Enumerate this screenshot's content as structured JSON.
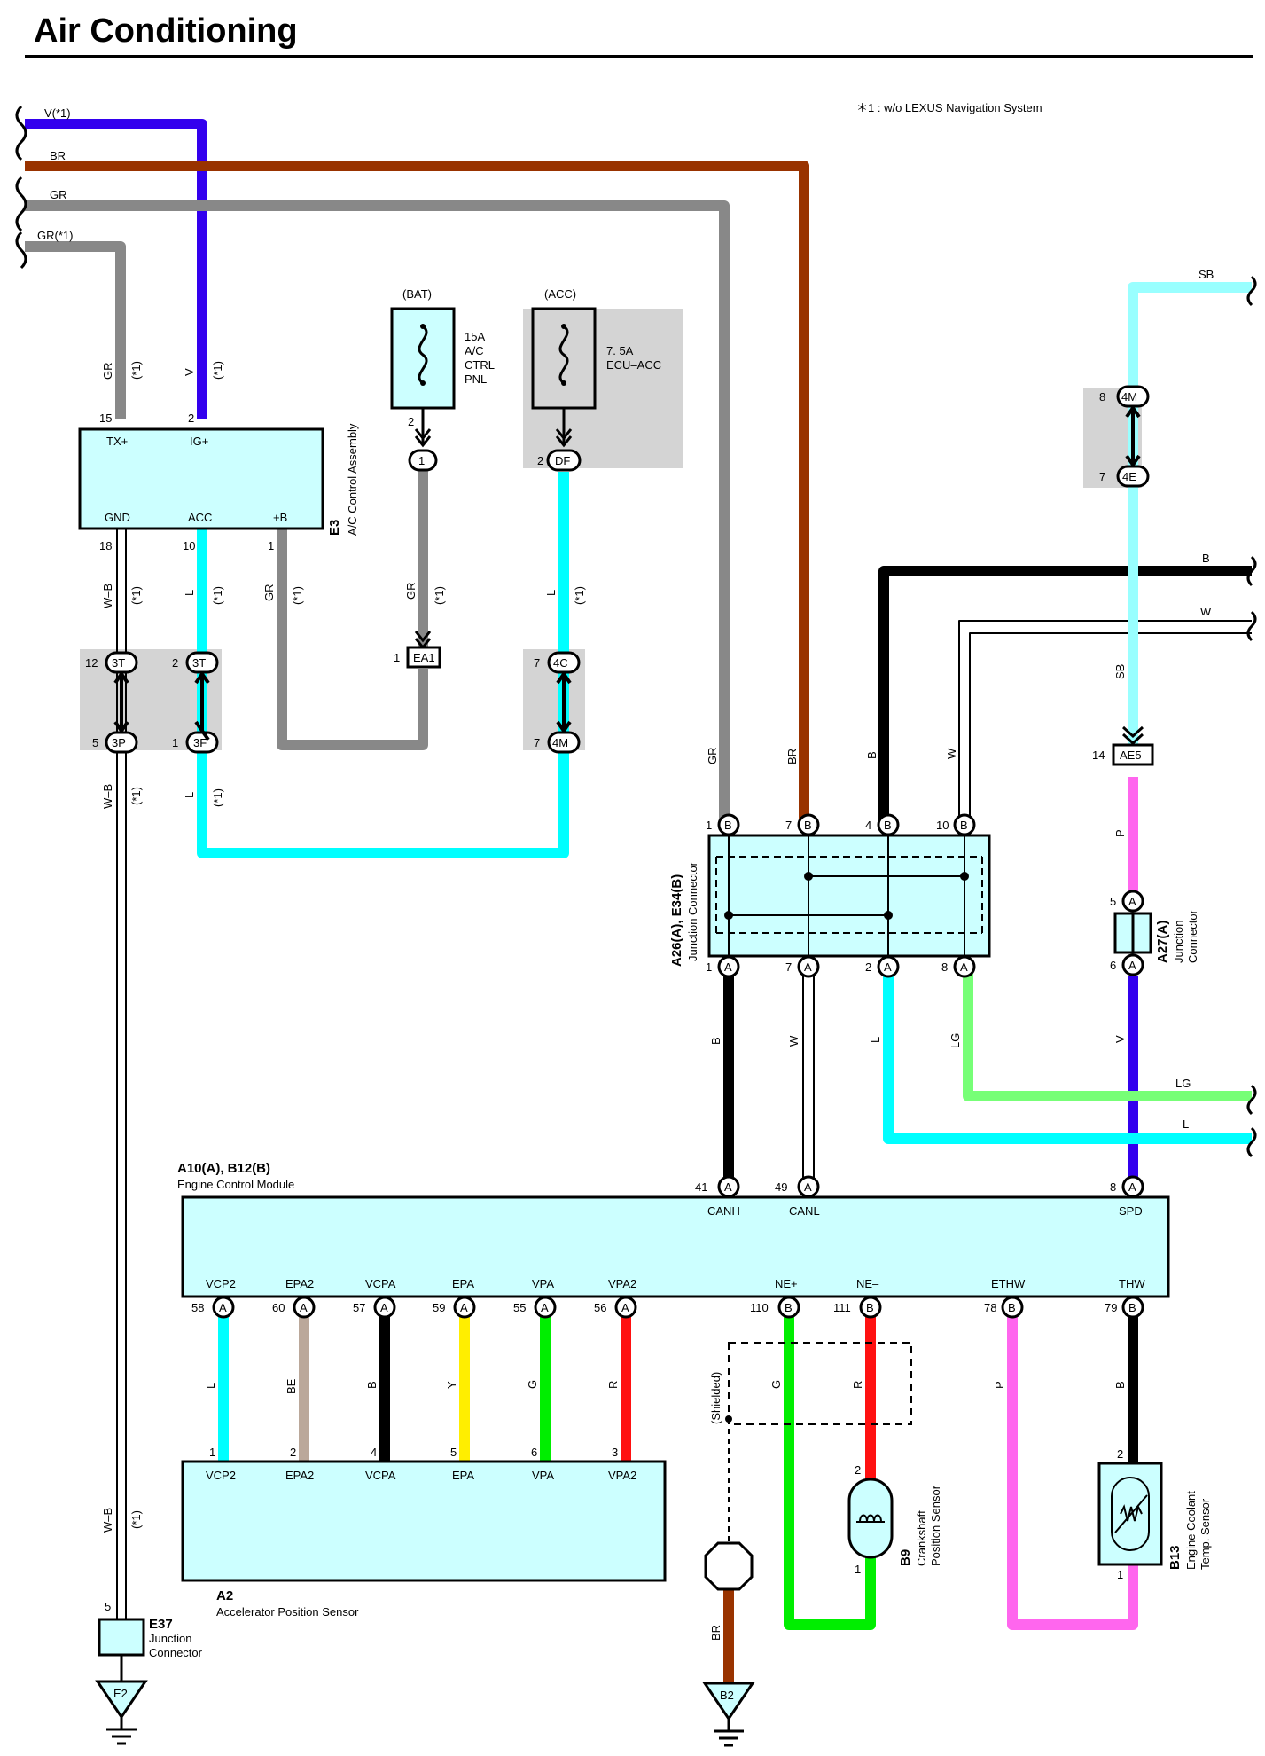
{
  "title": "Air Conditioning",
  "footnote": "＊1 : w/o LEXUS Navigation System",
  "colors": {
    "V": "#3300ee",
    "BR": "#993300",
    "GR": "#888888",
    "L": "#00ffff",
    "SB": "#99ffff",
    "B": "#000000",
    "W": "#ffffff",
    "P": "#ff66ee",
    "LG": "#77ff77",
    "G": "#00ee00",
    "R": "#ff1111",
    "Y": "#ffee00",
    "BE": "#bba89a",
    "component": "#ccffff",
    "shade": "#d4d4d4"
  },
  "wires": {
    "top_left": [
      {
        "code": "V(*1)"
      },
      {
        "code": "BR"
      },
      {
        "code": "GR"
      },
      {
        "code": "GR(*1)"
      }
    ],
    "right_inputs": [
      {
        "code": "SB"
      },
      {
        "code": "B"
      },
      {
        "code": "W"
      },
      {
        "code": "LG"
      },
      {
        "code": "L"
      }
    ],
    "labels": {
      "gr": "GR",
      "v": "V",
      "w_b": "W–B",
      "l": "L",
      "b": "B",
      "br": "BR",
      "w": "W",
      "sb": "SB",
      "p": "P",
      "lg": "LG",
      "be": "BE",
      "y": "Y",
      "g": "G",
      "r": "R",
      "star1": "(*1)",
      "shielded": "(Shielded)"
    }
  },
  "fuses": [
    {
      "source": "(BAT)",
      "rating": "15A",
      "name_lines": [
        "A/C",
        "CTRL",
        "PNL"
      ],
      "pin": "2",
      "connector": "1"
    },
    {
      "source": "(ACC)",
      "rating": "7. 5A",
      "name_lines": [
        "ECU–ACC"
      ],
      "pin": "2",
      "connector": "DF"
    }
  ],
  "components": {
    "ac_control": {
      "id": "E3",
      "name": "A/C Control Assembly",
      "terminals": {
        "tx": "TX+",
        "ig": "IG+",
        "gnd": "GND",
        "acc": "ACC",
        "b": "+B"
      },
      "pins": {
        "tx": "15",
        "ig": "2",
        "gnd": "18",
        "acc": "10",
        "b": "1"
      }
    },
    "junction_e34": {
      "id": "A26(A), E34(B)",
      "name": "Junction Connector",
      "top_pins": [
        {
          "num": "1",
          "mark": "B"
        },
        {
          "num": "7",
          "mark": "B"
        },
        {
          "num": "4",
          "mark": "B"
        },
        {
          "num": "10",
          "mark": "B"
        }
      ],
      "bottom_pins": [
        {
          "num": "1",
          "mark": "A"
        },
        {
          "num": "7",
          "mark": "A"
        },
        {
          "num": "2",
          "mark": "A"
        },
        {
          "num": "8",
          "mark": "A"
        }
      ]
    },
    "junction_a27": {
      "id": "A27(A)",
      "name_lines": [
        "Junction",
        "Connector"
      ],
      "pins": [
        "5",
        "6"
      ],
      "mark": "A"
    },
    "ecm": {
      "id": "A10(A), B12(B)",
      "name": "Engine Control Module",
      "top": [
        {
          "num": "41",
          "mark": "A",
          "label": "CANH"
        },
        {
          "num": "49",
          "mark": "A",
          "label": "CANL"
        },
        {
          "num": "8",
          "mark": "A",
          "label": "SPD"
        }
      ],
      "bottom": [
        {
          "num": "58",
          "mark": "A",
          "label": "VCP2"
        },
        {
          "num": "60",
          "mark": "A",
          "label": "EPA2"
        },
        {
          "num": "57",
          "mark": "A",
          "label": "VCPA"
        },
        {
          "num": "59",
          "mark": "A",
          "label": "EPA"
        },
        {
          "num": "55",
          "mark": "A",
          "label": "VPA"
        },
        {
          "num": "56",
          "mark": "A",
          "label": "VPA2"
        },
        {
          "num": "110",
          "mark": "B",
          "label": "NE+"
        },
        {
          "num": "111",
          "mark": "B",
          "label": "NE–"
        },
        {
          "num": "78",
          "mark": "B",
          "label": "ETHW"
        },
        {
          "num": "79",
          "mark": "B",
          "label": "THW"
        }
      ]
    },
    "accel_sensor": {
      "id": "A2",
      "name": "Accelerator Position Sensor",
      "pins": [
        {
          "num": "1",
          "label": "VCP2"
        },
        {
          "num": "2",
          "label": "EPA2"
        },
        {
          "num": "4",
          "label": "VCPA"
        },
        {
          "num": "5",
          "label": "EPA"
        },
        {
          "num": "6",
          "label": "VPA"
        },
        {
          "num": "3",
          "label": "VPA2"
        }
      ]
    },
    "crank_sensor": {
      "id": "B9",
      "name_lines": [
        "Crankshaft",
        "Position Sensor"
      ],
      "pins": [
        "2",
        "1"
      ]
    },
    "coolant_sensor": {
      "id": "B13",
      "name_lines": [
        "Engine Coolant",
        "Temp. Sensor"
      ],
      "pins": [
        "2",
        "1"
      ]
    },
    "junction_e37": {
      "id": "E37",
      "name_lines": [
        "Junction",
        "Connector"
      ],
      "pin": "5"
    }
  },
  "connectors": [
    {
      "code": "3T",
      "num": "12"
    },
    {
      "code": "3P",
      "num": "5"
    },
    {
      "code": "3T",
      "num": "2"
    },
    {
      "code": "3F",
      "num": "1"
    },
    {
      "code": "4C",
      "num": "7"
    },
    {
      "code": "4M",
      "num": "7"
    },
    {
      "code": "4M",
      "num": "8"
    },
    {
      "code": "4E",
      "num": "7"
    },
    {
      "code": "EA1",
      "num": "1"
    },
    {
      "code": "AE5",
      "num": "14"
    }
  ],
  "grounds": [
    {
      "code": "E2"
    },
    {
      "code": "B2"
    }
  ]
}
